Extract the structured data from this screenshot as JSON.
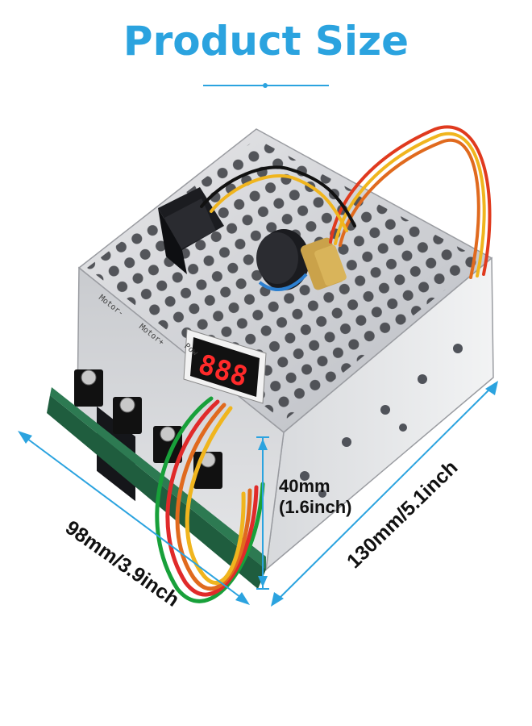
{
  "title": "Product Size",
  "accent_color": "#2ba3df",
  "display_digits": "888",
  "dimensions": {
    "width": "98mm/3.9inch",
    "length": "130mm/5.1inch",
    "height_mm": "40mm",
    "height_inch": "(1.6inch)"
  },
  "panel_labels": {
    "motor_minus": "Motor-",
    "motor_plus": "Motor+",
    "power": "Pow"
  }
}
